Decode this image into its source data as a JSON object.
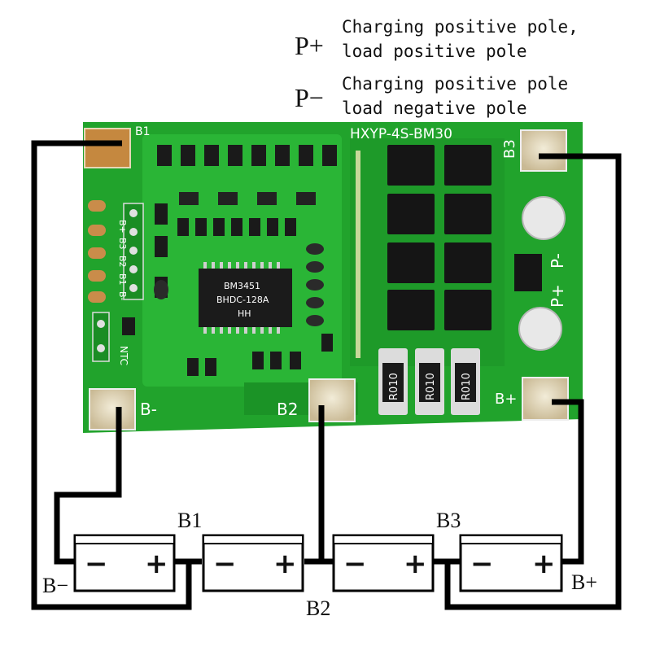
{
  "legend": {
    "p_plus": {
      "symbol": "P+",
      "line1": "Charging positive pole,",
      "line2": "load positive pole"
    },
    "p_minus": {
      "symbol": "P−",
      "line1": "Charging positive pole",
      "line2": "load negative pole"
    }
  },
  "board": {
    "model": "HXYP-4S-BM30",
    "ic_line1": "BM3451",
    "ic_line2": "BHDC-128A",
    "ic_line3": "HH",
    "pads": {
      "b1": "B1",
      "b3": "B3",
      "b_minus": "B-",
      "b2": "B2",
      "b_plus": "B+",
      "p_minus": "P-",
      "p_plus": "P+"
    },
    "header_pins": [
      "B+",
      "B3",
      "B2",
      "B1",
      "B-"
    ],
    "ntc": "NTC",
    "shunt": "R010"
  },
  "diagram": {
    "b_minus": "B−",
    "b_plus": "B+",
    "b1": "B1",
    "b2": "B2",
    "b3": "B3",
    "cell_minus": "−",
    "cell_plus": "+"
  },
  "colors": {
    "board": "#21a32c",
    "board_dark": "#148a22",
    "pad": "#d8cbb0",
    "wire": "#000000"
  }
}
